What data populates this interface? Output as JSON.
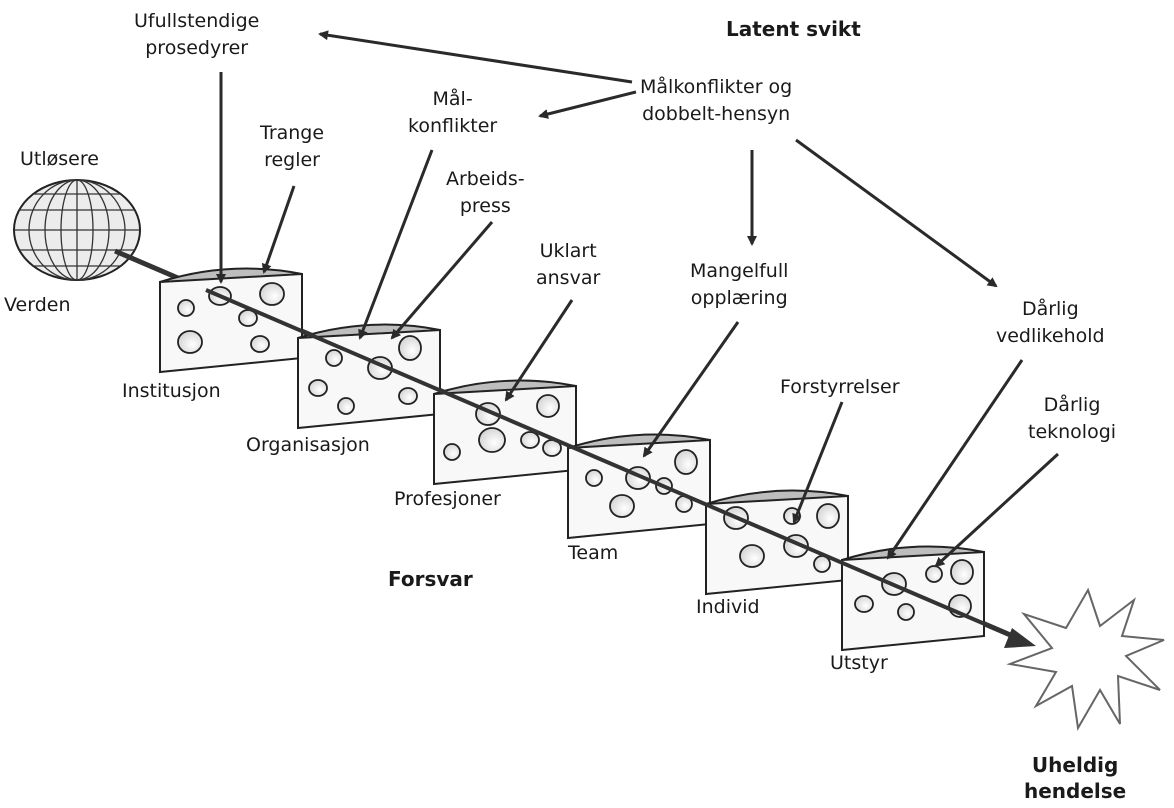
{
  "headings": {
    "latent": "Latent svikt",
    "defense": "Forsvar",
    "outcome_line1": "Uheldig",
    "outcome_line2": "hendelse"
  },
  "world": {
    "triggers": "Utløsere",
    "world": "Verden"
  },
  "slices": [
    {
      "label": "Institusjon"
    },
    {
      "label": "Organisasjon"
    },
    {
      "label": "Profesjoner"
    },
    {
      "label": "Team"
    },
    {
      "label": "Individ"
    },
    {
      "label": "Utstyr"
    }
  ],
  "latent_failures": [
    {
      "line1": "Ufullstendige",
      "line2": "prosedyrer"
    },
    {
      "line1": "Trange",
      "line2": "regler"
    },
    {
      "line1": "Mål-",
      "line2": "konflikter"
    },
    {
      "line1": "Arbeids-",
      "line2": "press"
    },
    {
      "line1": "Uklart",
      "line2": "ansvar"
    },
    {
      "line1": "Målkonflikter og",
      "line2": "dobbelt-hensyn"
    },
    {
      "line1": "Mangelfull",
      "line2": "opplæring"
    },
    {
      "line1": "Dårlig",
      "line2": "vedlikehold"
    },
    {
      "line1": "Forstyrrelser",
      "line2": ""
    },
    {
      "line1": "Dårlig",
      "line2": "teknologi"
    }
  ]
}
